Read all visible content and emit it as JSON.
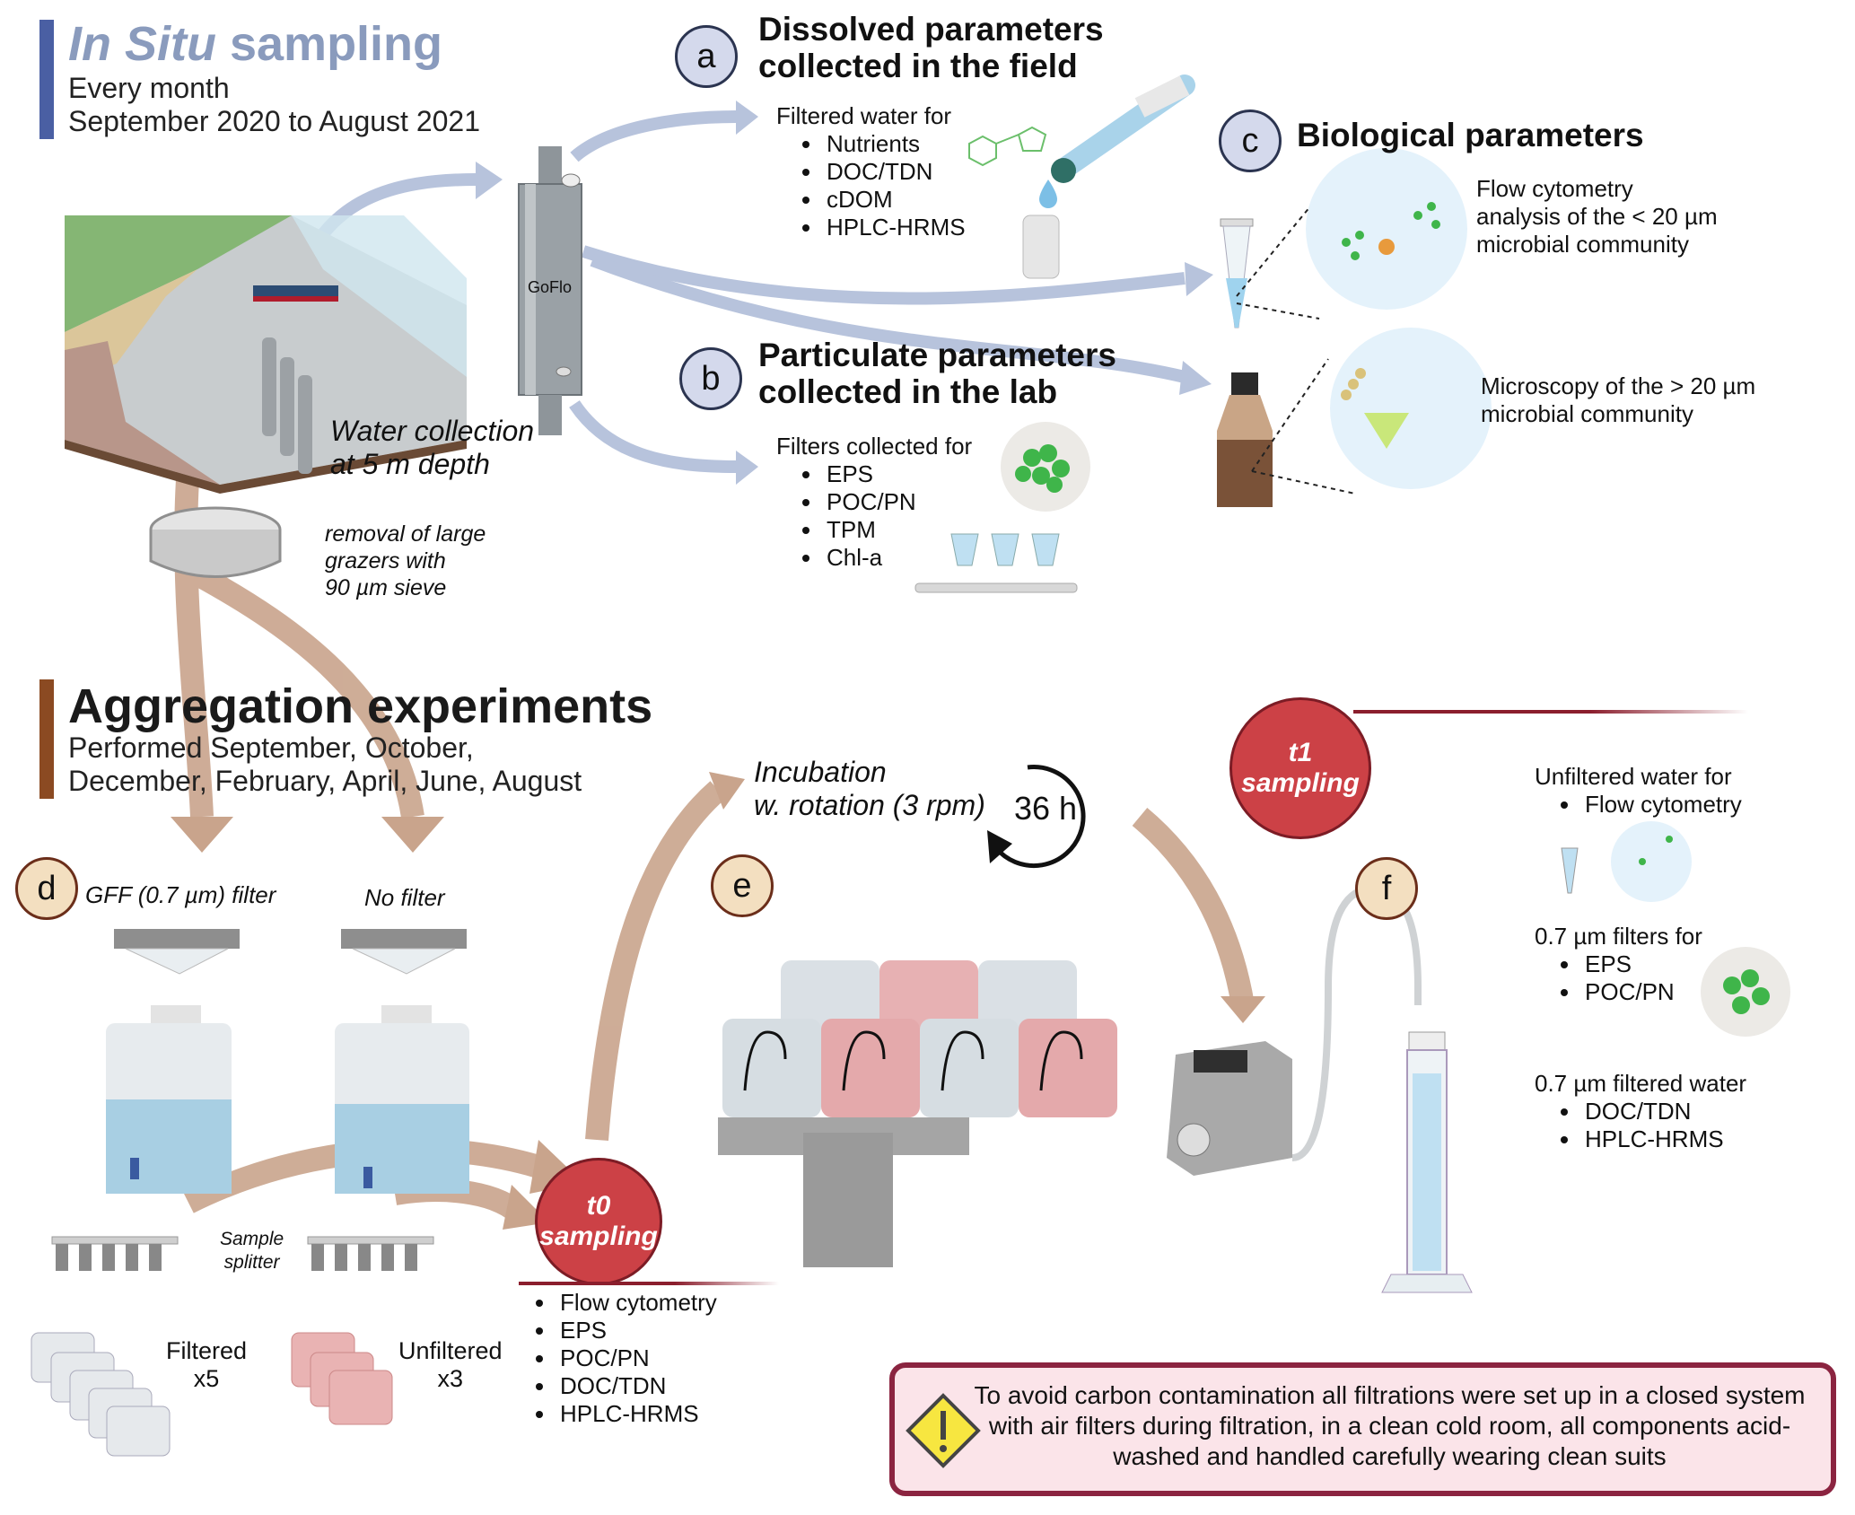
{
  "in_situ": {
    "title_italic": "In Situ",
    "title_rest": " sampling",
    "line1": "Every month",
    "line2": "September 2020 to August 2021",
    "accent_color": "#4a5fa3"
  },
  "field": {
    "water_collection_1": "Water collection",
    "water_collection_2": "at 5 m depth",
    "sampler_label": "GoFlo",
    "sieve_1": "removal of large",
    "sieve_2": "grazers with",
    "sieve_3": "90 µm sieve"
  },
  "panel_a": {
    "letter": "a",
    "title_1": "Dissolved parameters",
    "title_2": "collected in the field",
    "intro": "Filtered water for",
    "items": [
      "Nutrients",
      "DOC/TDN",
      "cDOM",
      "HPLC-HRMS"
    ]
  },
  "panel_b": {
    "letter": "b",
    "title_1": "Particulate parameters",
    "title_2": "collected in the lab",
    "intro": "Filters collected for",
    "items": [
      "EPS",
      "POC/PN",
      "TPM",
      "Chl-a"
    ]
  },
  "panel_c": {
    "letter": "c",
    "title": "Biological parameters",
    "flow_1": "Flow cytometry",
    "flow_2": "analysis of the < 20 µm",
    "flow_3": "microbial community",
    "micro_1": "Microscopy of the > 20 µm",
    "micro_2": "microbial community"
  },
  "aggregation": {
    "title": "Aggregation experiments",
    "line1": "Performed September, October,",
    "line2": "December, February, April, June, August",
    "accent_color": "#8b4a22"
  },
  "panel_d": {
    "letter": "d",
    "gff_label": "GFF (0.7 µm) filter",
    "nofilter_label": "No filter",
    "splitter_1": "Sample",
    "splitter_2": "splitter",
    "filtered_1": "Filtered",
    "filtered_2": "x5",
    "unfiltered_1": "Unfiltered",
    "unfiltered_2": "x3"
  },
  "t0": {
    "line1": "t0",
    "line2": "sampling",
    "items": [
      "Flow cytometry",
      "EPS",
      "POC/PN",
      "DOC/TDN",
      "HPLC-HRMS"
    ]
  },
  "panel_e": {
    "letter": "e",
    "incubation_1": "Incubation",
    "incubation_2": "w. rotation (3 rpm)",
    "duration": "36 h"
  },
  "t1": {
    "line1": "t1",
    "line2": "sampling"
  },
  "panel_f": {
    "letter": "f",
    "unfiltered_intro": "Unfiltered water for",
    "unfiltered_items": [
      "Flow cytometry"
    ],
    "filters_intro": "0.7 µm filters for",
    "filters_items": [
      "EPS",
      "POC/PN"
    ],
    "filtered_intro": "0.7 µm filtered water",
    "filtered_items": [
      "DOC/TDN",
      "HPLC-HRMS"
    ]
  },
  "warning": {
    "icon": "warning-icon",
    "text": "To avoid carbon contamination all filtrations were set up in a closed system with air filters during filtration, in a clean cold room, all components acid-washed and handled carefully wearing clean suits"
  },
  "colors": {
    "sampling_red": "#cc4146",
    "arrow_blue": "#b7c3dc",
    "arrow_brown": "#c9a48c",
    "warning_border": "#8b2440",
    "warning_fill": "#fbe4e9"
  }
}
